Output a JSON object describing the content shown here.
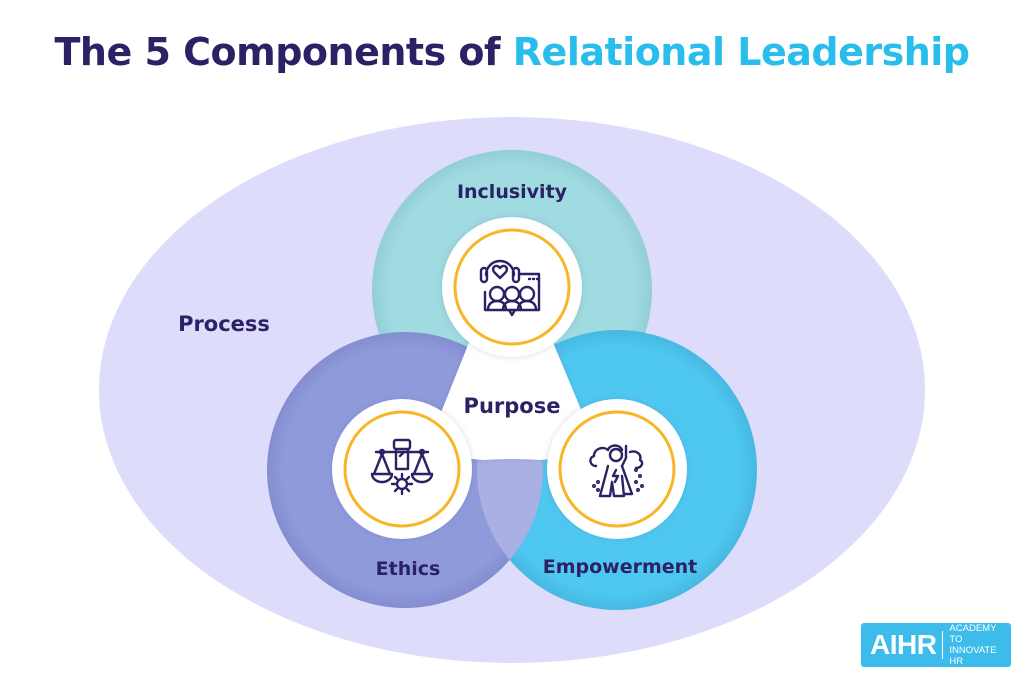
{
  "title": {
    "part1": "The 5 Components of ",
    "part2": "Relational Leadership",
    "colors": {
      "part1": "#2c2165",
      "part2": "#29bdec"
    }
  },
  "diagram": {
    "outer": {
      "label": "Process",
      "color": "#dedcfb"
    },
    "center": {
      "label": "Purpose",
      "color": "#ffffff"
    },
    "circles": [
      {
        "id": "inclusivity",
        "label": "Inclusivity",
        "color": "#9fdbe0",
        "icon": "inclusive-team-heart-icon"
      },
      {
        "id": "ethics",
        "label": "Ethics",
        "color": "#8f9adb",
        "icon": "justice-scales-fist-gear-icon"
      },
      {
        "id": "empowerment",
        "label": "Empowerment",
        "color": "#4ec8f0",
        "icon": "empowered-hero-cape-icon"
      }
    ],
    "ring_color": "#f8b627",
    "icon_color": "#2c2165",
    "text_color": "#2c2165"
  },
  "logo": {
    "mark": "AIHR",
    "line1": "ACADEMY TO",
    "line2": "INNOVATE HR",
    "color": "#3dbcec"
  }
}
